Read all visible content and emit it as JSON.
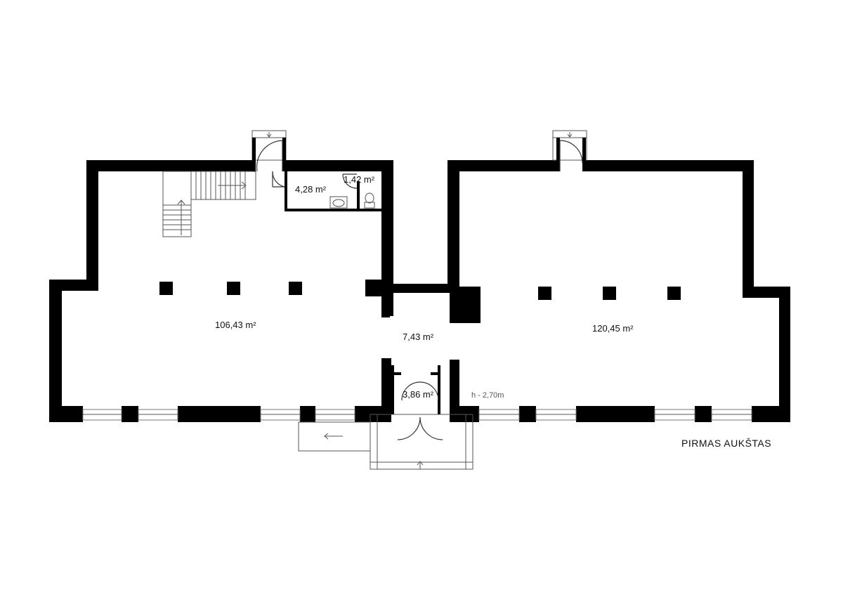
{
  "plan": {
    "floor_title": "PIRMAS AUKŠTAS",
    "ceiling_height": "h - 2,70m",
    "rooms": {
      "left_hall": "106,43 m²",
      "right_hall": "120,45 m²",
      "corridor": "7,43 m²",
      "vestibule": "3,86 m²",
      "kitchenette": "4,28 m²",
      "wc": "1,42 m²"
    },
    "colors": {
      "walls": "#000000",
      "background": "#ffffff",
      "fixtures": "#555555"
    }
  }
}
